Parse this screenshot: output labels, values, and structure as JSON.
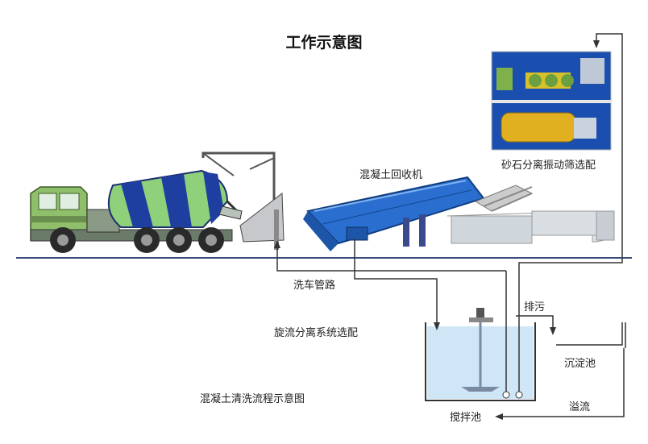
{
  "title": "工作示意图",
  "labels": {
    "recycler": "混凝土回收机",
    "screen": "砂石分离振动筛选配",
    "wash_pipe": "洗车管路",
    "cyclone": "旋流分离系统选配",
    "diagram_name": "混凝土清洗流程示意图",
    "discharge": "排污",
    "settling_tank": "沉淀池",
    "overflow": "溢流",
    "mixing_tank": "搅拌池"
  },
  "colors": {
    "pipe": "#333333",
    "ground": "#3a4a7a",
    "truck_green": "#8fbf6a",
    "drum_blue": "#1f3fa0",
    "drum_green": "#8fd07a",
    "machine_blue": "#2a6fd0",
    "tank_water": "#cfe6f7",
    "frame_gray": "#cfd6dc"
  }
}
